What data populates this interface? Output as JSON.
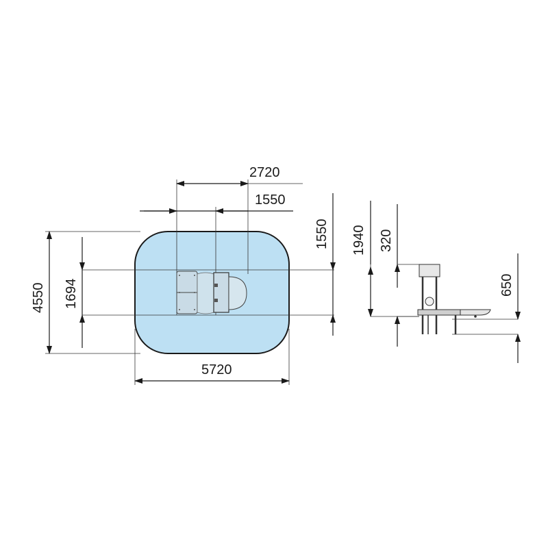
{
  "drawing": {
    "plan_view": {
      "area_fill": "#bde0f3",
      "outline_color": "#1a1a1a",
      "dim_width_total": "5720",
      "dim_height_total": "4550",
      "dim_top_outer": "2720",
      "dim_top_inner": "1550",
      "dim_right_height": "1550",
      "dim_left_inner": "1694"
    },
    "side_view": {
      "dim_total_height": "1940",
      "dim_upper": "320",
      "dim_lower": "650"
    }
  }
}
